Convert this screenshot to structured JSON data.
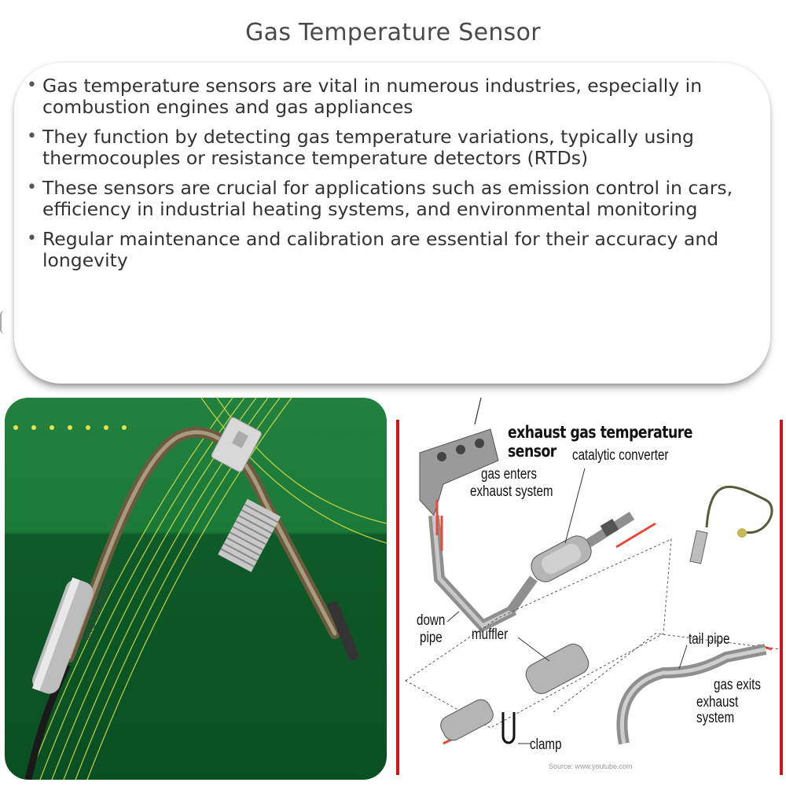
{
  "title": "Gas Temperature Sensor",
  "bullets": [
    "Gas temperature sensors are vital in numerous industries, especially in combustion engines and gas appliances",
    "They function by detecting gas temperature variations, typically using thermocouples or resistance temperature detectors (RTDs)",
    "These sensors are crucial for applications such as emission control in cars, efficiency in industrial heating systems, and environmental monitoring",
    "Regular maintenance and calibration are essential for their accuracy and longevity"
  ],
  "left_image": {
    "sensor_brand": "MTE-THOMSON"
  },
  "diagram": {
    "title": "exhaust gas temperature sensor",
    "labels": {
      "catalytic_converter": "catalytic converter",
      "gas_enters_1": "gas enters",
      "gas_enters_2": "exhaust system",
      "down_1": "down",
      "down_2": "pipe",
      "muffler": "muffler",
      "tail_pipe": "tail pipe",
      "gas_exits_1": "gas exits",
      "gas_exits_2": "exhaust system",
      "clamp": "clamp"
    },
    "source": "Source: www.youtube.com"
  },
  "colors": {
    "accent_red": "#d4121a",
    "green_dark": "#0e5a28",
    "green_light": "#23813f"
  }
}
